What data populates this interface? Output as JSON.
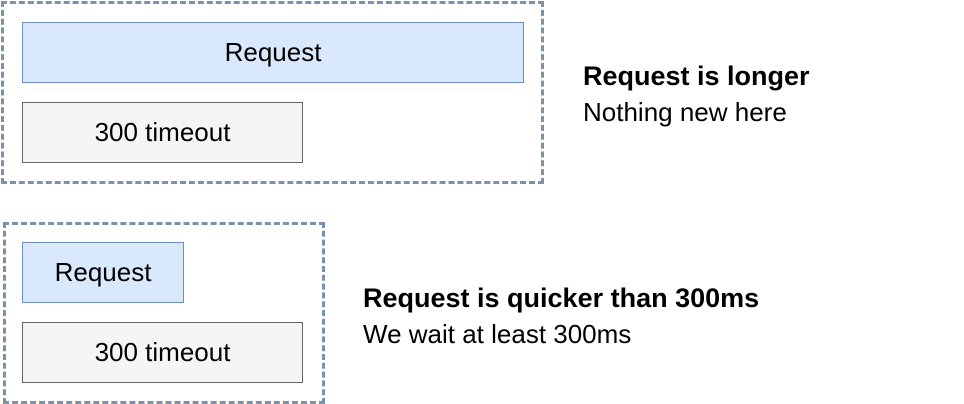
{
  "scenarios": [
    {
      "request_label": "Request",
      "timeout_label": "300 timeout",
      "title": "Request is longer",
      "description": "Nothing new here"
    },
    {
      "request_label": "Request",
      "timeout_label": "300 timeout",
      "title": "Request is quicker than 300ms",
      "description": "We wait at least 300ms"
    }
  ],
  "colors": {
    "request_fill": "#dae8fc",
    "request_stroke": "#6c8ebf",
    "timeout_fill": "#f5f5f5",
    "timeout_stroke": "#666666",
    "frame_dash": "#7a92aa"
  }
}
